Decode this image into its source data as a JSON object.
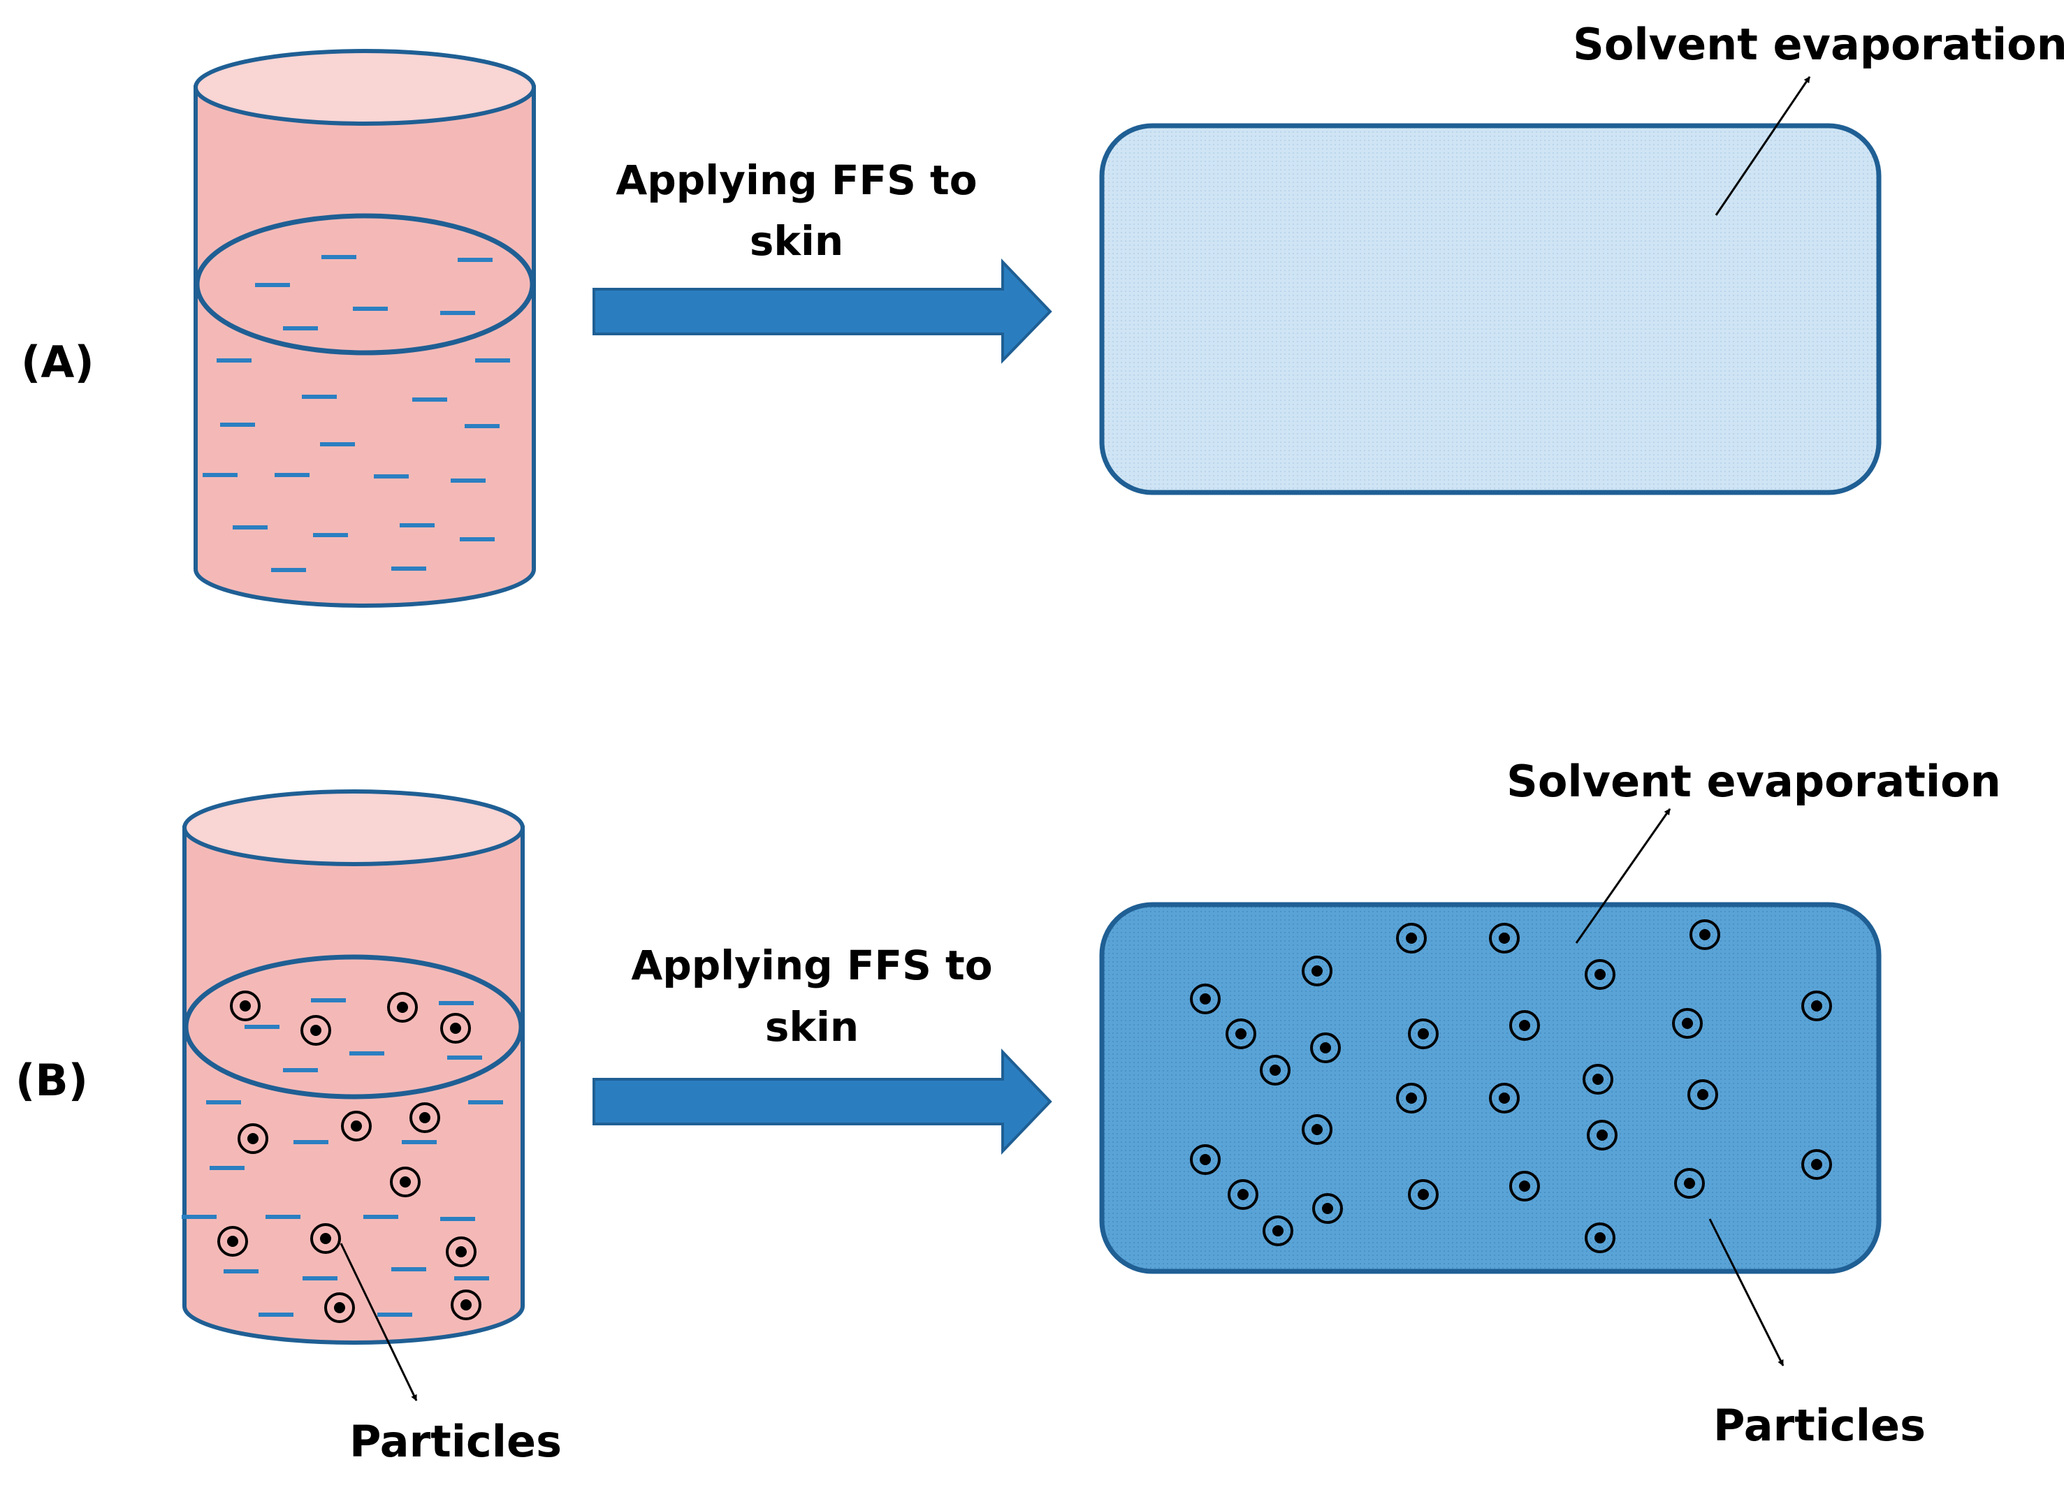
{
  "panels": [
    {
      "id": "A",
      "label": "(A)",
      "arrow_text_line1": "Applying FFS to",
      "arrow_text_line2": "skin",
      "evaporation_label": "Solvent evaporation",
      "film_fill": "#cfe4f4",
      "has_particles": false
    },
    {
      "id": "B",
      "label": "(B)",
      "arrow_text_line1": "Applying FFS to",
      "arrow_text_line2": "skin",
      "evaporation_label": "Solvent evaporation",
      "film_fill": "#5aa3d6",
      "has_particles": true,
      "particles_label_container": "Particles",
      "particles_label_film": "Particles"
    }
  ],
  "colors": {
    "liquid": "#f4b9b7",
    "liquid_top": "#f9d5d4",
    "outline": "#1f5f94",
    "dash": "#2b7fc1",
    "arrow": "#2a7ec0",
    "arrow_edge": "#1f5f94"
  }
}
